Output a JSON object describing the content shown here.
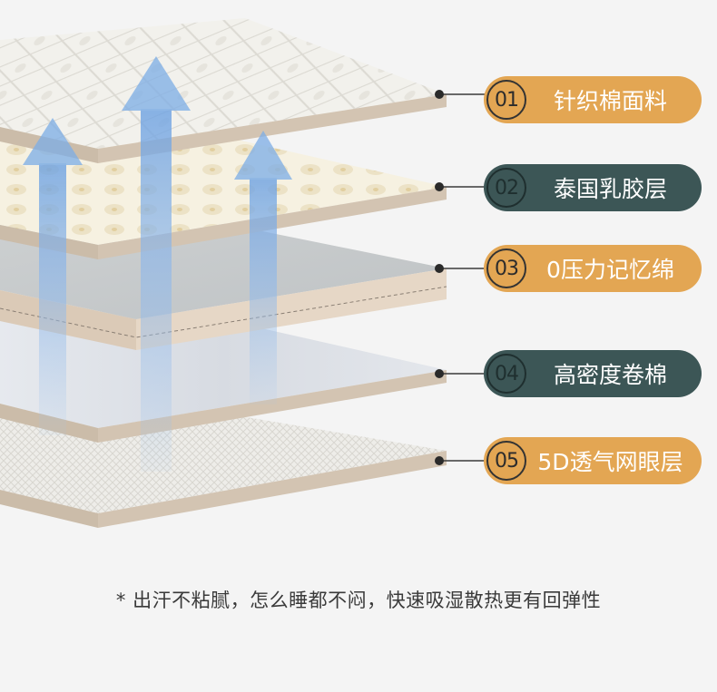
{
  "colors": {
    "gold": "#e3a653",
    "slate": "#3c5656",
    "layer_edge": "#d7c9b8",
    "arrow": "#9ec4ee"
  },
  "layers": [
    {
      "number": "01",
      "label": "针织棉面料",
      "style": "gold"
    },
    {
      "number": "02",
      "label": "泰国乳胶层",
      "style": "slate"
    },
    {
      "number": "03",
      "label": "0压力记忆绵",
      "style": "gold"
    },
    {
      "number": "04",
      "label": "高密度卷棉",
      "style": "slate"
    },
    {
      "number": "05",
      "label": "5D透气网眼层",
      "style": "gold"
    }
  ],
  "footer": {
    "note": "* 出汗不粘腻，怎么睡都不闷，快速吸湿散热更有回弹性"
  }
}
